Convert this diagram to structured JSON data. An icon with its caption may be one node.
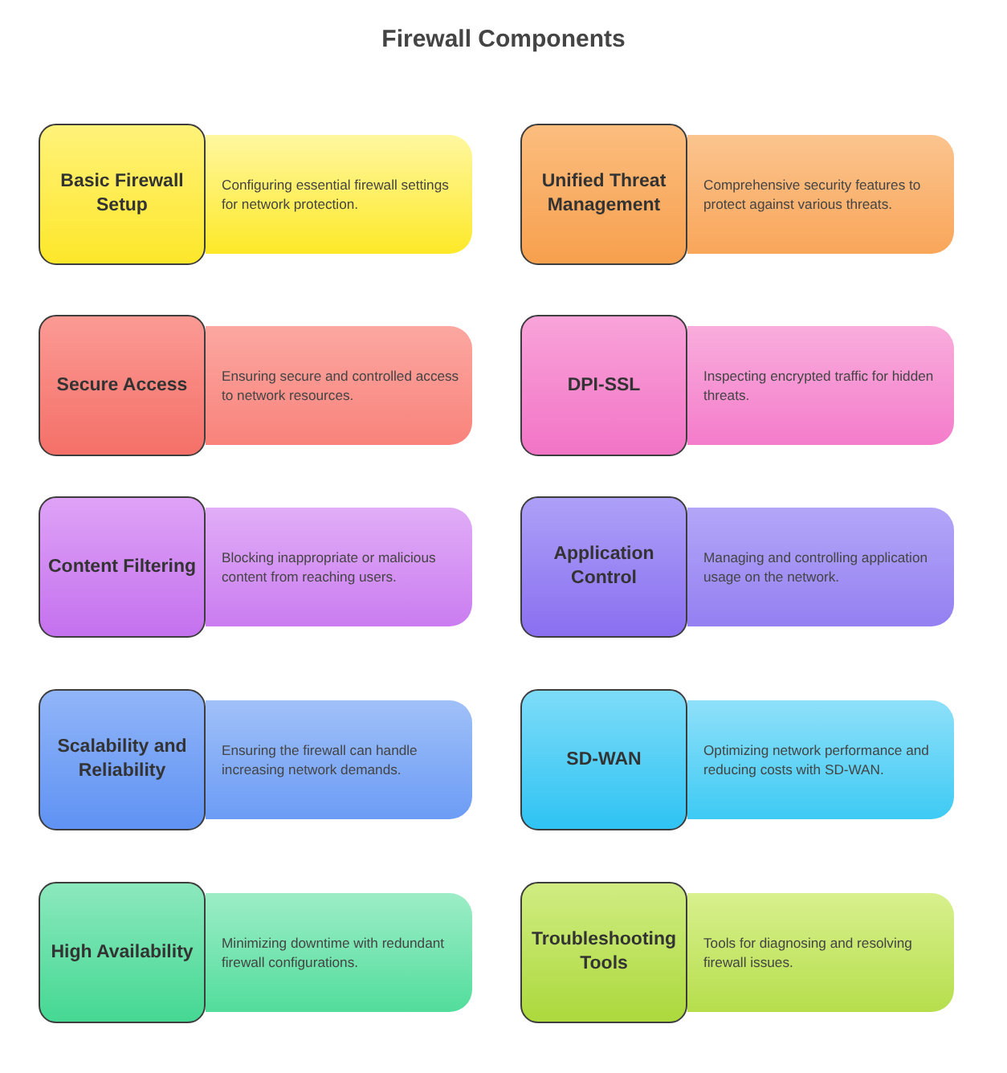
{
  "diagram": {
    "title": "Firewall Components",
    "nodes": [
      {
        "text": [
          "Basic Firewall Setup"
        ]
      },
      {
        "text": [
          "Configuring essential firewall settings for network protection."
        ]
      },
      {
        "text": [
          "Unified Threat Management"
        ]
      },
      {
        "text": [
          "Comprehensive security features to protect against various threats."
        ]
      },
      {
        "text": [
          "Secure Access"
        ]
      },
      {
        "text": [
          "Ensuring secure and controlled access to network resources."
        ]
      },
      {
        "text": [
          "DPI-SSL"
        ]
      },
      {
        "text": [
          "Inspecting encrypted traffic for hidden threats."
        ]
      },
      {
        "text": [
          "Content Filtering"
        ]
      },
      {
        "text": [
          "Blocking inappropriate or malicious content from reaching users."
        ]
      },
      {
        "text": [
          "Application Control"
        ]
      },
      {
        "text": [
          "Managing and controlling application usage on the network."
        ]
      },
      {
        "text": [
          "Scalability and Reliability"
        ]
      },
      {
        "text": [
          "Ensuring the firewall can handle increasing network demands."
        ]
      },
      {
        "text": [
          "SD-WAN"
        ]
      },
      {
        "text": [
          "Optimizing network performance and reducing costs with SD-WAN."
        ]
      },
      {
        "text": [
          "High Availability"
        ]
      },
      {
        "text": [
          "Minimizing downtime with redundant firewall configurations."
        ]
      },
      {
        "text": [
          "Troubleshooting Tools"
        ]
      },
      {
        "text": [
          "Tools for diagnosing and resolving firewall issues."
        ]
      }
    ]
  }
}
